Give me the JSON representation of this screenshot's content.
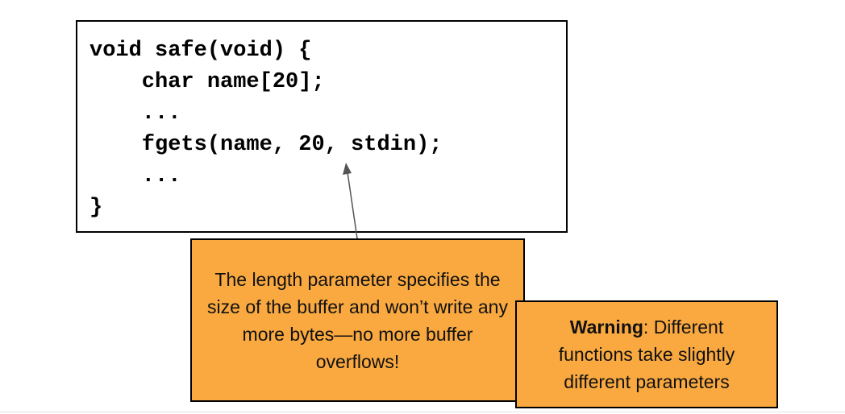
{
  "code_block": {
    "lines": [
      "void safe(void) {",
      "    char name[20];",
      "    ...",
      "    fgets(name, 20, stdin);",
      "    ...",
      "}"
    ]
  },
  "callouts": {
    "length_note": "The length parameter specifies the size of the buffer and won’t write any more bytes—no more buffer overflows!",
    "warning_label": "Warning",
    "warning_text": ": Different functions take slightly different parameters"
  },
  "colors": {
    "callout_fill": "#f9a940",
    "border": "#000000",
    "arrow": "#555555"
  }
}
